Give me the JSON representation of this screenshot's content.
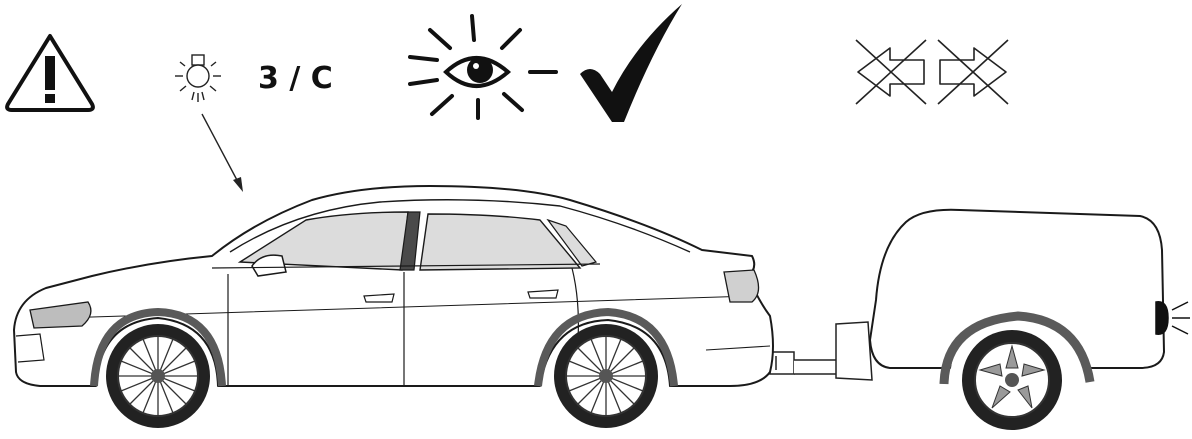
{
  "instruction_row": {
    "warning_icon": "warning-triangle-icon",
    "bulb_icon": "bulb-icon",
    "code_label": "3 / C",
    "eye_icon": "eye-icon",
    "check_icon": "checkmark-icon",
    "turn_signals_icon": "crossed-turn-signals-icon"
  },
  "scene": {
    "car": "sedan",
    "trailer": "box-trailer",
    "checked_light": "trailer-rear-lamp"
  },
  "colors": {
    "line": "#1a1a1a",
    "glass": "#dcdcdc",
    "dark_trim": "#4a4a4a",
    "wheel_arch": "#5a5a5a",
    "tire": "#222222",
    "lamp": "#111111"
  }
}
